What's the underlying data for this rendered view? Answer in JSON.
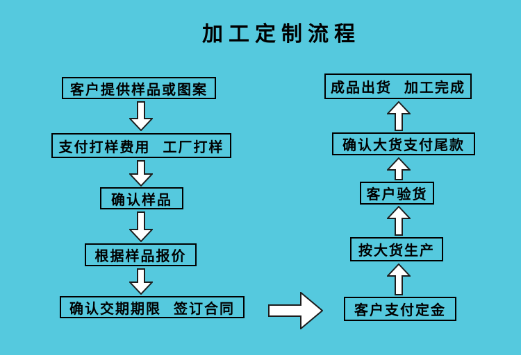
{
  "title": "加工定制流程",
  "colors": {
    "background": "#55c9de",
    "box_border": "#000000",
    "text": "#000000",
    "arrow_fill": "#ffffff",
    "arrow_outline": "#1c1c1c"
  },
  "left_flow": {
    "direction": "down",
    "steps": [
      "客户提供样品或图案",
      "支付打样费用  工厂打样",
      "确认样品",
      "根据样品报价",
      "确认交期期限  签订合同"
    ]
  },
  "right_flow": {
    "direction": "up",
    "steps_top_to_bottom": [
      "成品出货  加工完成",
      "确认大货支付尾款",
      "客户验货",
      "按大货生产",
      "客户支付定金"
    ]
  },
  "icons": {
    "down_arrow": "arrow-down-icon",
    "up_arrow": "arrow-up-icon",
    "right_arrow": "arrow-right-icon"
  }
}
